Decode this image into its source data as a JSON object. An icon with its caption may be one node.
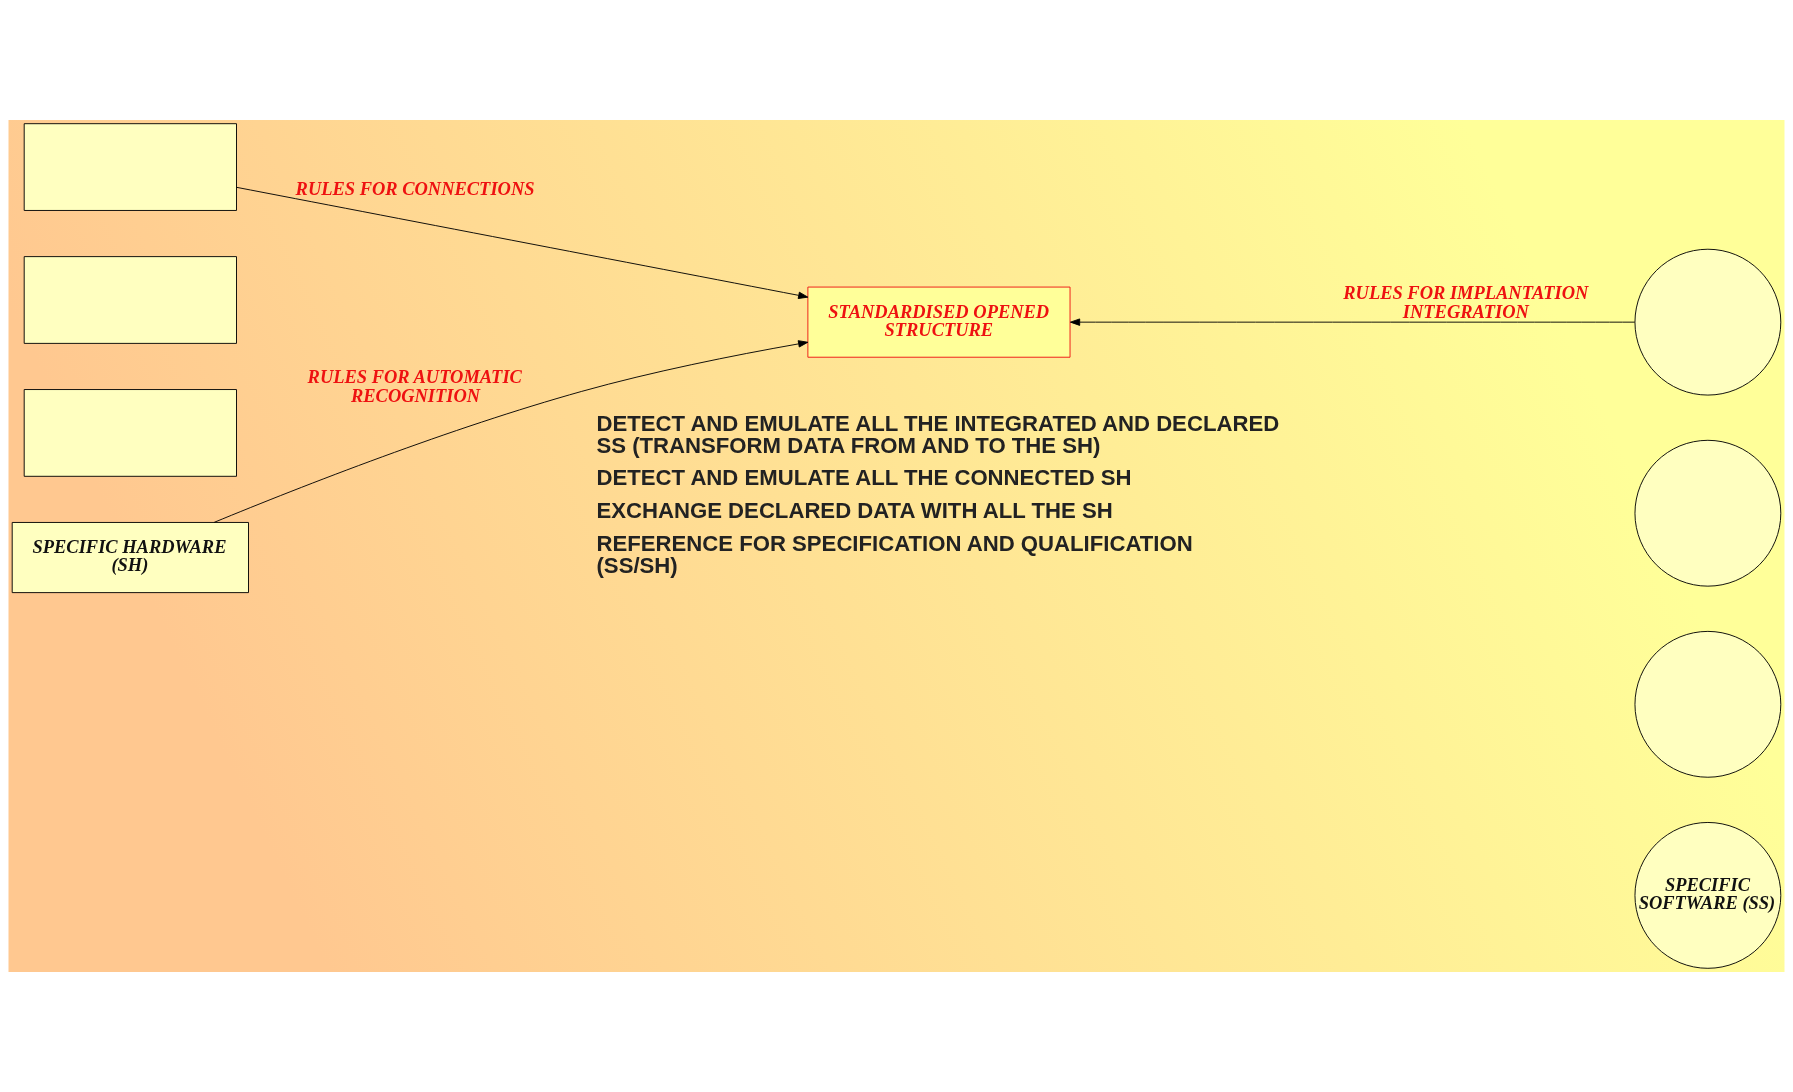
{
  "diagram": {
    "nodes": [
      {
        "text": [],
        "shape": "box"
      },
      {
        "text": [],
        "shape": "box"
      },
      {
        "text": [],
        "shape": "box"
      },
      {
        "text": [
          "SPECIFIC HARDWARE (SH)"
        ]
      },
      {
        "text": [
          "STANDARDISED OPENED STRUCTURE"
        ]
      },
      {
        "text": [],
        "shape": "circle"
      },
      {
        "text": [],
        "shape": "circle"
      },
      {
        "text": [],
        "shape": "circle"
      },
      {
        "text": [
          "SPECIFIC SOFTWARE (SS)"
        ]
      }
    ],
    "edges": [
      {
        "from": 0,
        "to": 4,
        "arrow": "to",
        "label": "RULES FOR CONNECTIONS"
      },
      {
        "from": 5,
        "to": 4,
        "arrow": "to",
        "label": "RULES FOR IMPLANTATION INTEGRATION"
      },
      {
        "from": 3,
        "to": 4,
        "arrow": "to",
        "label": "RULES FOR AUTOMATIC RECOGNITION"
      }
    ],
    "labels": [
      "DETECT AND EMULATE ALL THE INTEGRATED AND DECLARED SS (TRANSFORM DATA FROM AND TO THE SH)",
      "DETECT AND EMULATE ALL THE CONNECTED SH",
      "EXCHANGE DECLARED DATA WITH ALL THE SH",
      "REFERENCE FOR SPECIFICATION AND QUALIFICATION (SS/SH)"
    ]
  }
}
